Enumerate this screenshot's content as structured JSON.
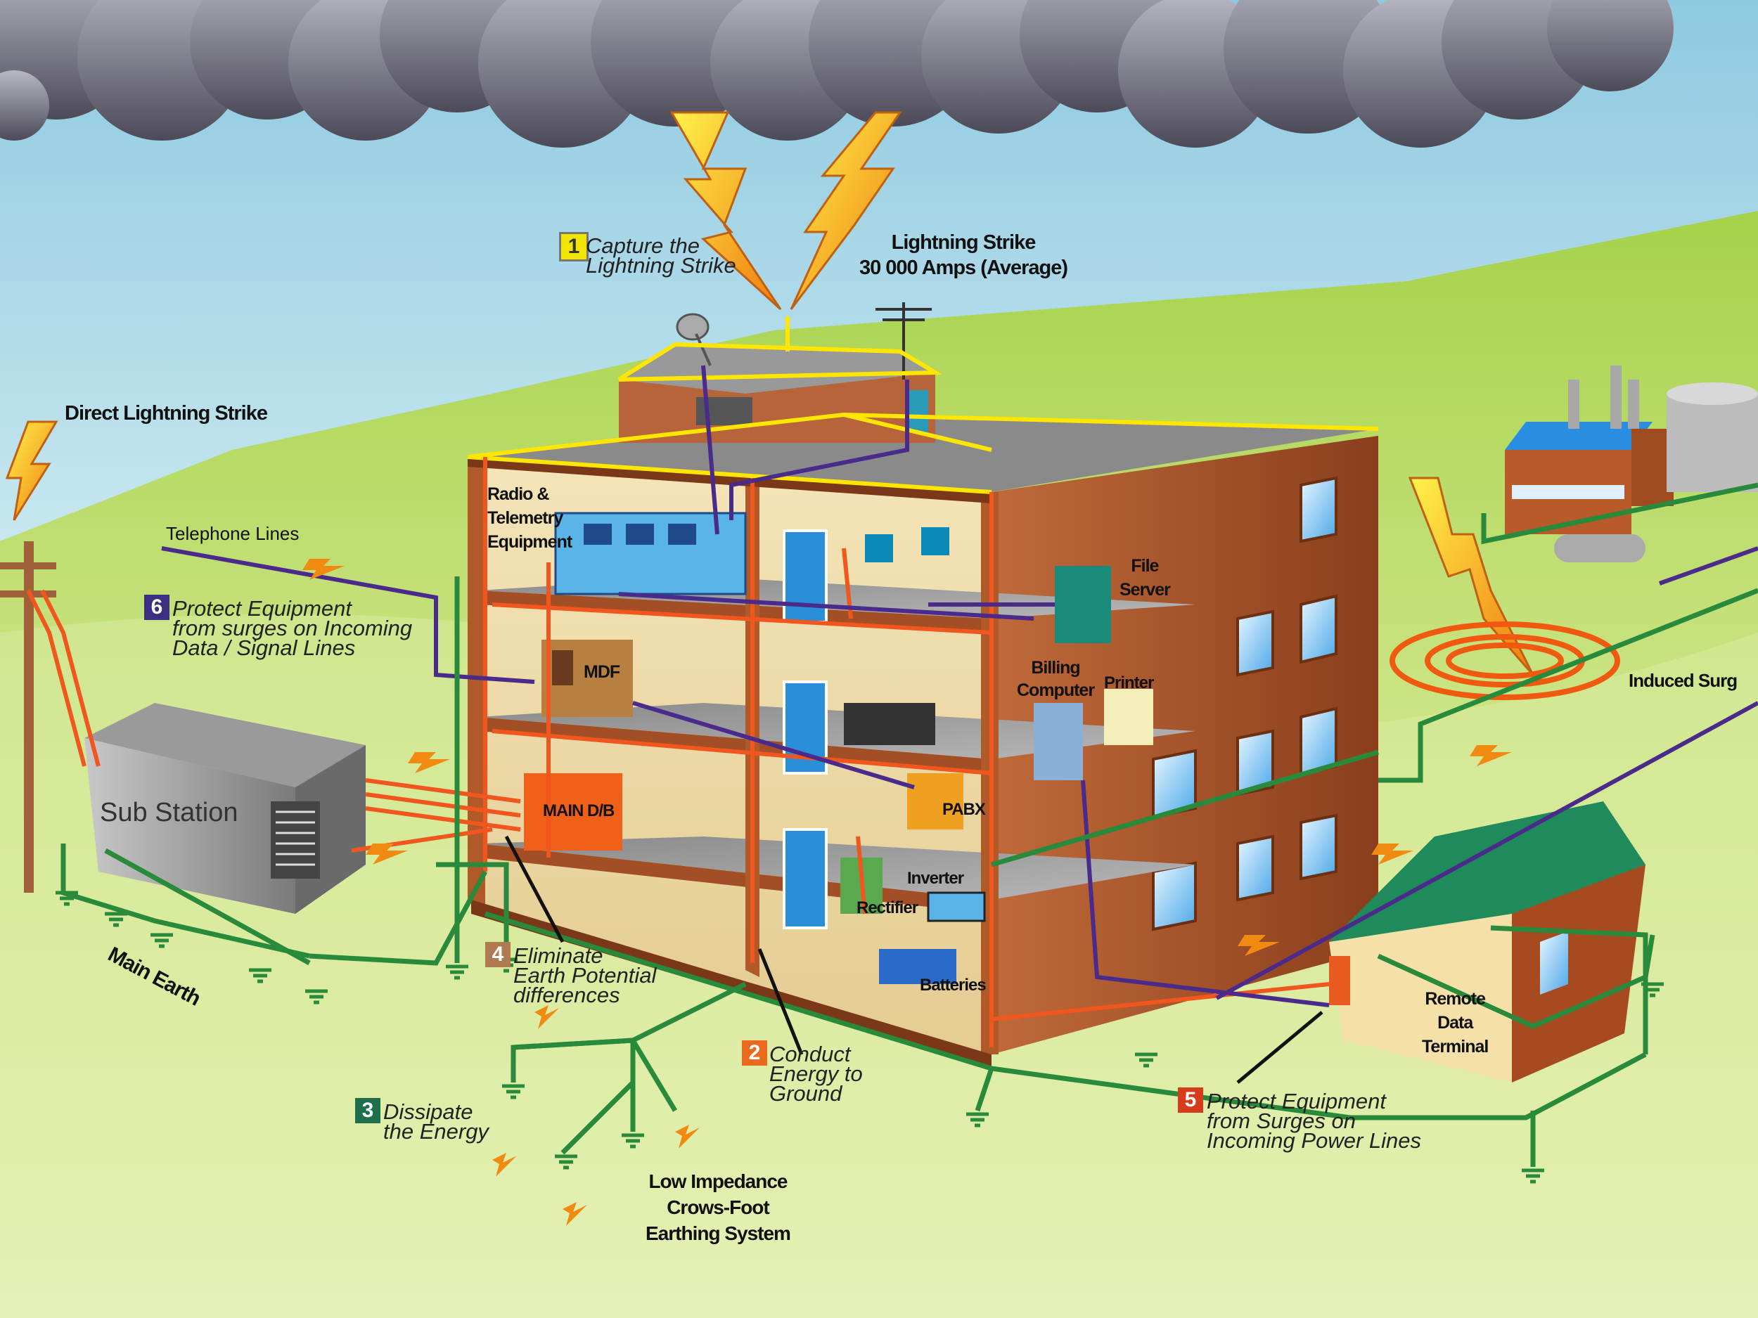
{
  "labels": {
    "lightning_strike": "Lightning Strike",
    "lightning_amps": "30 000 Amps (Average)",
    "direct_strike": "Direct Lightning Strike",
    "telephone_lines": "Telephone Lines",
    "radio_telemetry": "Radio &\nTelemetry\nEquipment",
    "mdf": "MDF",
    "main_db": "MAIN D/B",
    "pabx": "PABX",
    "file_server": "File\nServer",
    "billing_computer": "Billing\nComputer",
    "printer": "Printer",
    "inverter": "Inverter",
    "rectifier": "Rectifier",
    "batteries": "Batteries",
    "sub_station": "Sub Station",
    "main_earth": "Main Earth",
    "remote_terminal": "Remote\nData\nTerminal",
    "induced_surge": "Induced Surg",
    "crows_foot": "Low Impedance\nCrows-Foot\nEarthing System"
  },
  "steps": [
    {
      "num": "1",
      "text": "Capture the\nLightning Strike",
      "color": "#f2e600"
    },
    {
      "num": "2",
      "text": "Conduct\nEnergy to\nGround",
      "color": "#e96a1e"
    },
    {
      "num": "3",
      "text": "Dissipate\nthe Energy",
      "color": "#1f6e4c"
    },
    {
      "num": "4",
      "text": "Eliminate\nEarth Potential\ndifferences",
      "color": "#b07a50"
    },
    {
      "num": "5",
      "text": "Protect Equipment\nfrom Surges on\nIncoming Power Lines",
      "color": "#d63c1c"
    },
    {
      "num": "6",
      "text": "Protect Equipment\nfrom surges on Incoming\nData / Signal Lines",
      "color": "#3a2f80"
    }
  ],
  "colors": {
    "earth_line": "#2a8a3c",
    "power_line": "#f0561e",
    "data_line": "#4a2a8a",
    "lightning_conductor": "#ffe600",
    "building_brick": "#a8552a",
    "sky": "#bfe6f0",
    "grass": "#c4e06a"
  },
  "icons": [
    "lightning-bolt-icon",
    "earth-ground-icon",
    "cloud-icon",
    "satellite-dish-icon",
    "antenna-icon"
  ]
}
